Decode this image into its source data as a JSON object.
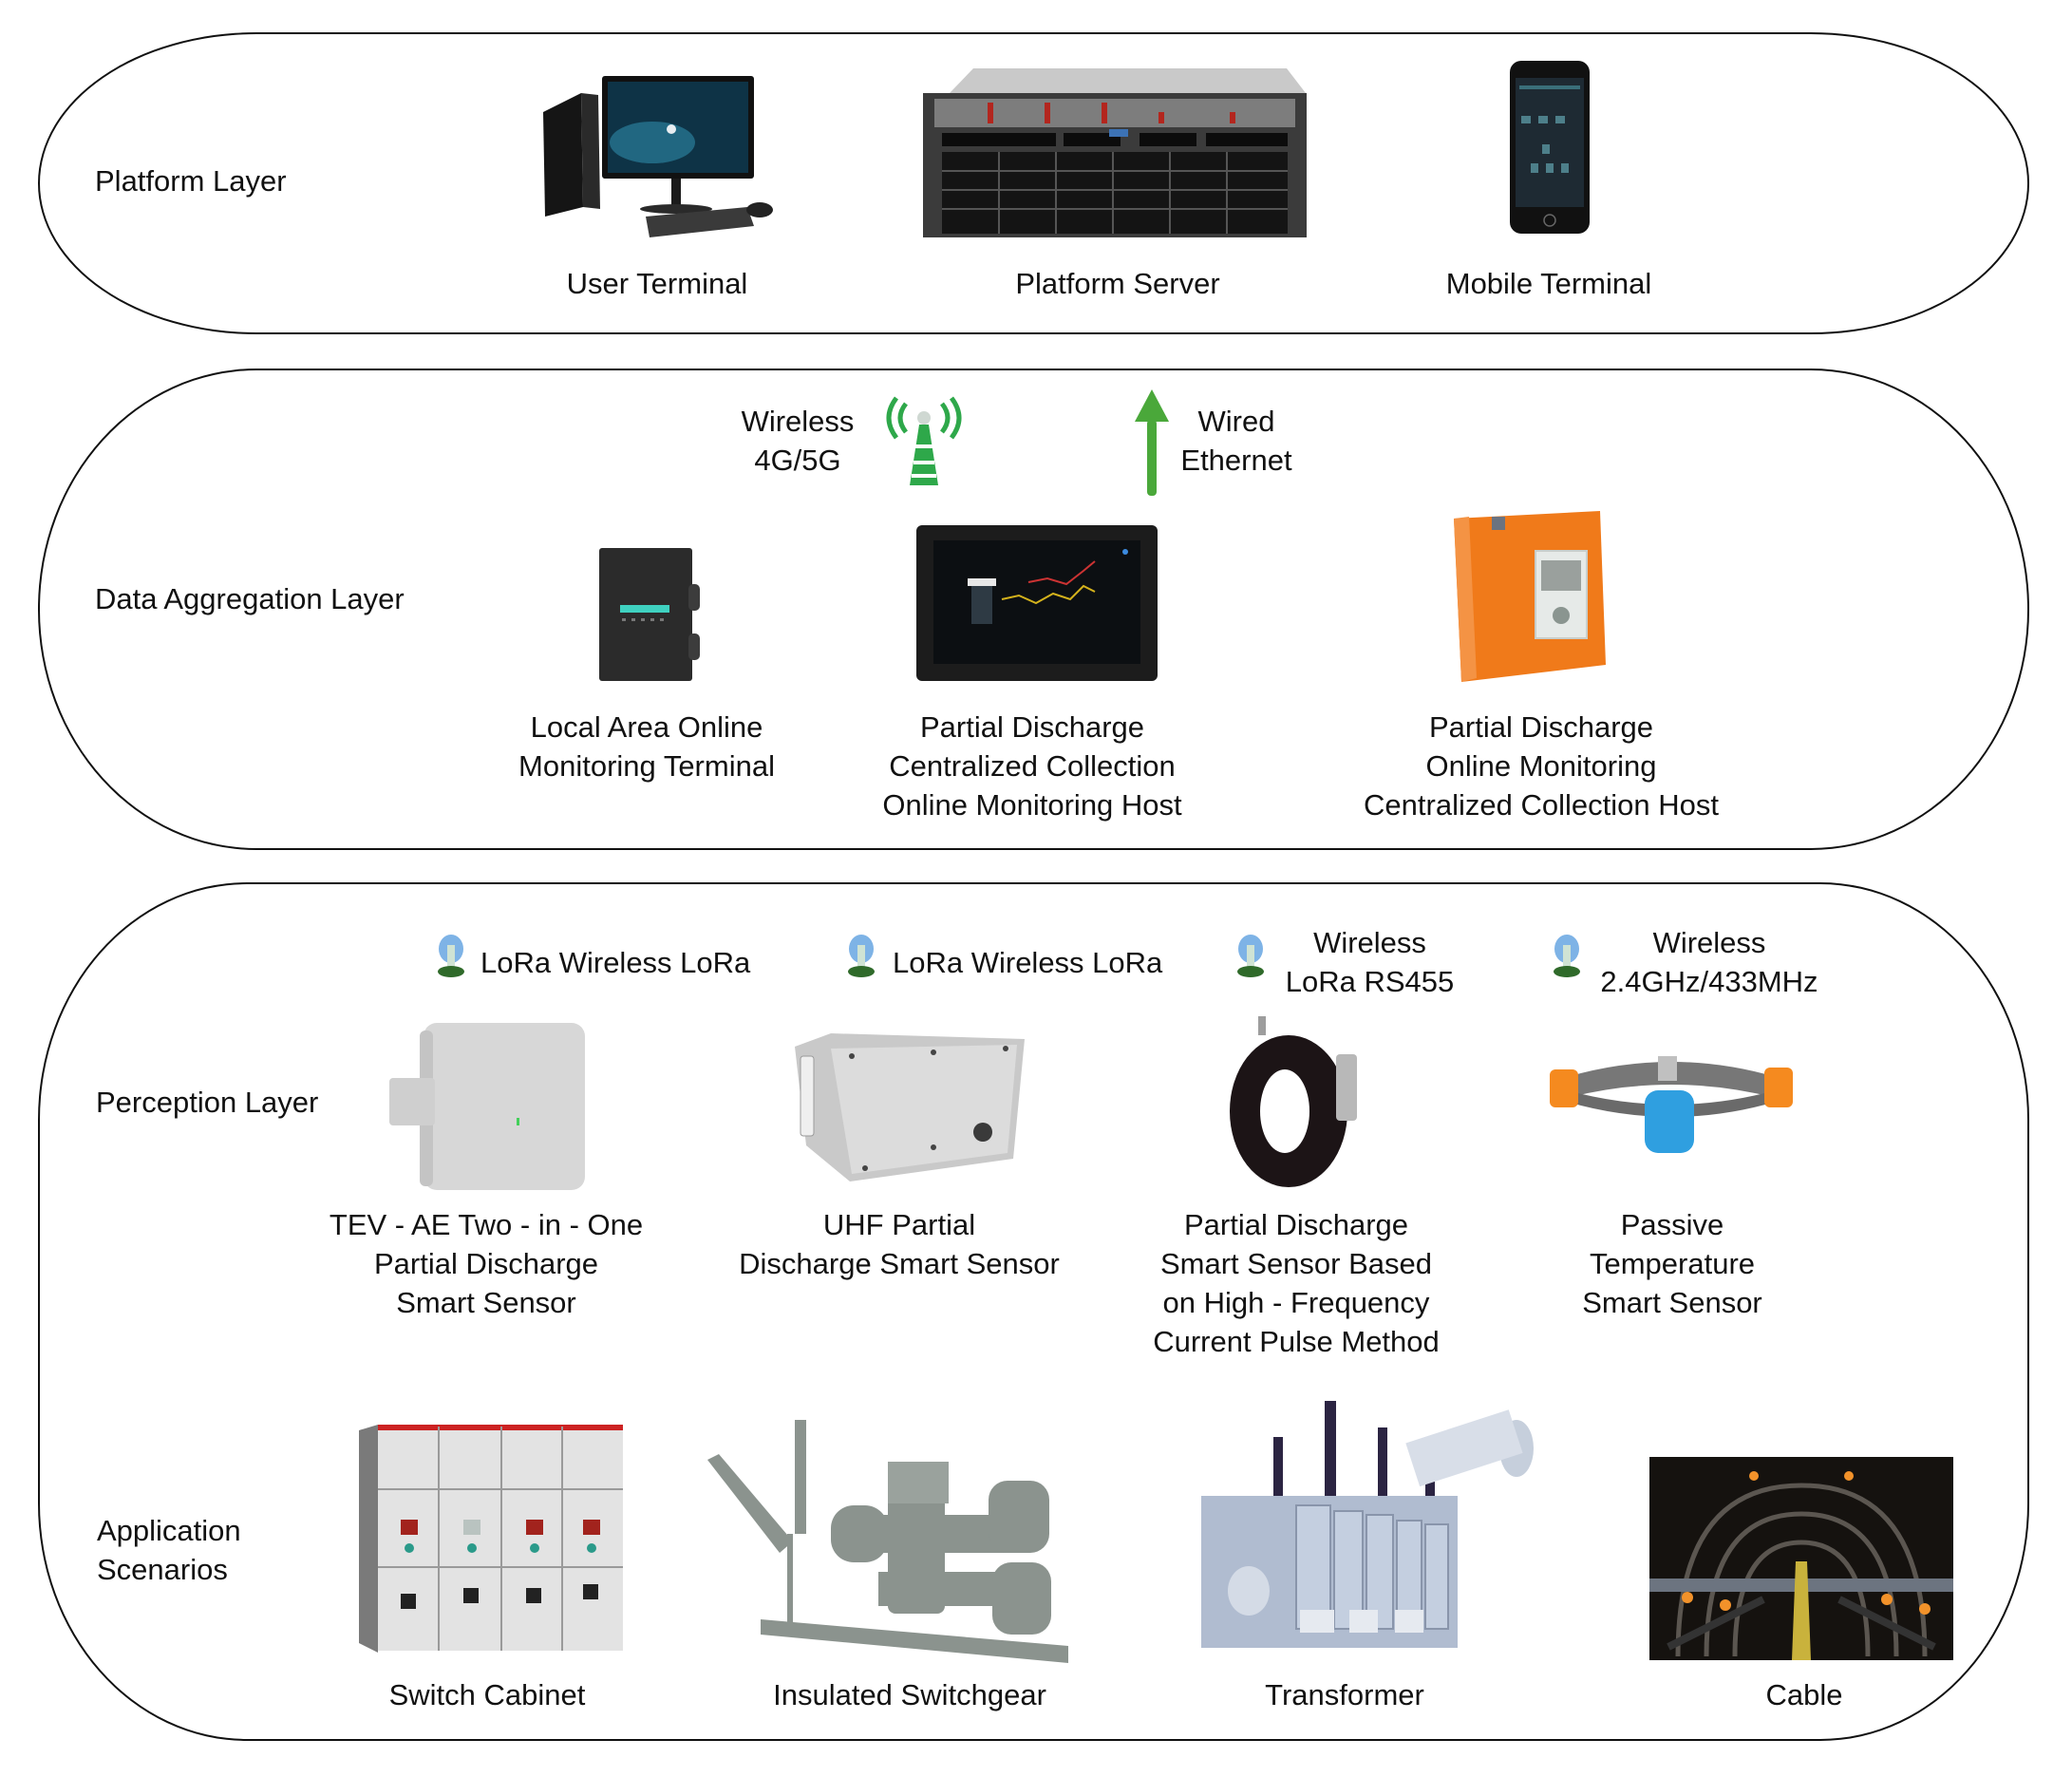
{
  "layers": {
    "platform": {
      "label": "Platform Layer",
      "items": [
        {
          "icon": "desktop-computer-icon",
          "label": [
            "User Terminal"
          ]
        },
        {
          "icon": "rack-server-icon",
          "label": [
            "Platform Server"
          ]
        },
        {
          "icon": "smartphone-icon",
          "label": [
            "Mobile Terminal"
          ]
        }
      ]
    },
    "aggregation": {
      "label": "Data Aggregation Layer",
      "links": [
        {
          "icon": "cell-tower-icon",
          "label": [
            "Wireless",
            "4G/5G"
          ]
        },
        {
          "icon": "up-arrow-icon",
          "label": [
            "Wired",
            "Ethernet"
          ]
        }
      ],
      "items": [
        {
          "icon": "monitoring-terminal-icon",
          "label": [
            "Local Area Online",
            "Monitoring Terminal"
          ]
        },
        {
          "icon": "touchscreen-host-icon",
          "label": [
            "Partial Discharge",
            "Centralized Collection",
            "Online Monitoring Host"
          ]
        },
        {
          "icon": "orange-collection-box-icon",
          "label": [
            "Partial Discharge",
            "Online Monitoring",
            "Centralized Collection Host"
          ]
        }
      ]
    },
    "perception": {
      "label": "Perception Layer",
      "links": [
        {
          "icon": "wireless-antenna-icon",
          "label": [
            "LoRa Wireless LoRa"
          ]
        },
        {
          "icon": "wireless-antenna-icon",
          "label": [
            "LoRa Wireless LoRa"
          ]
        },
        {
          "icon": "wireless-antenna-icon",
          "label": [
            "Wireless",
            "LoRa RS455"
          ]
        },
        {
          "icon": "wireless-antenna-icon",
          "label": [
            "Wireless",
            "2.4GHz/433MHz"
          ]
        }
      ],
      "items": [
        {
          "icon": "tev-ae-sensor-icon",
          "label": [
            "TEV - AE Two - in - One",
            "Partial Discharge",
            "Smart Sensor"
          ]
        },
        {
          "icon": "uhf-sensor-icon",
          "label": [
            "UHF Partial",
            "Discharge Smart Sensor"
          ]
        },
        {
          "icon": "hfct-ring-sensor-icon",
          "label": [
            "Partial Discharge",
            "Smart Sensor Based",
            "on High - Frequency",
            "Current Pulse Method"
          ]
        },
        {
          "icon": "temperature-band-sensor-icon",
          "label": [
            "Passive",
            "Temperature",
            "Smart Sensor"
          ]
        }
      ]
    },
    "application": {
      "label": [
        "Application",
        "Scenarios"
      ],
      "items": [
        {
          "icon": "switch-cabinet-icon",
          "label": [
            "Switch Cabinet"
          ]
        },
        {
          "icon": "insulated-switchgear-icon",
          "label": [
            "Insulated Switchgear"
          ]
        },
        {
          "icon": "transformer-icon",
          "label": [
            "Transformer"
          ]
        },
        {
          "icon": "cable-tunnel-icon",
          "label": [
            "Cable"
          ]
        }
      ]
    }
  },
  "colors": {
    "border": "#111111",
    "link_green": "#3aa53a",
    "orange_box": "#f07a1a",
    "temp_sensor_blue": "#2f9fe0",
    "temp_sensor_orange": "#f58a1f"
  }
}
